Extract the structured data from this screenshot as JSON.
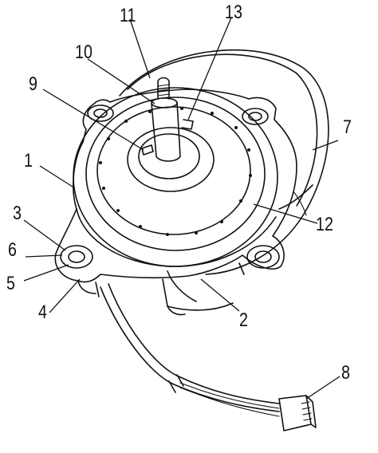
{
  "figure": {
    "labels": [
      {
        "id": "l1",
        "text": "1"
      },
      {
        "id": "l2",
        "text": "2"
      },
      {
        "id": "l3",
        "text": "3"
      },
      {
        "id": "l4",
        "text": "4"
      },
      {
        "id": "l5",
        "text": "5"
      },
      {
        "id": "l6",
        "text": "6"
      },
      {
        "id": "l7",
        "text": "7"
      },
      {
        "id": "l8",
        "text": "8"
      },
      {
        "id": "l9",
        "text": "9"
      },
      {
        "id": "l10",
        "text": "10"
      },
      {
        "id": "l11",
        "text": "11"
      },
      {
        "id": "l12",
        "text": "12"
      },
      {
        "id": "l13",
        "text": "13"
      }
    ]
  }
}
